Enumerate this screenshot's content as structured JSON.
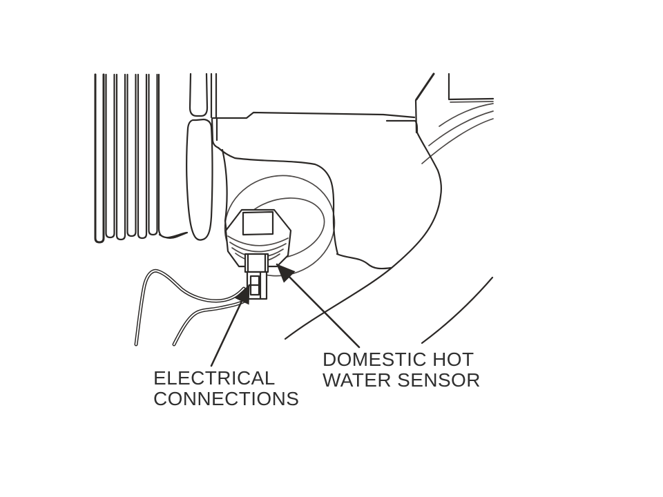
{
  "figure": {
    "type": "technical-line-diagram",
    "parts": {
      "heat_exchanger_fins": "finned coil at left",
      "valve_body": "hydraulic valve body",
      "pipe_elbow": "pipe bend at upper right",
      "sensor_boss": "cylindrical sensor boss",
      "hex_nut": "sensor hex nut",
      "sensor_connector": "plug-in electrical connector",
      "wires": "two sensor lead wires"
    }
  },
  "labels": {
    "electrical": {
      "line1": "ELECTRICAL",
      "line2": "CONNECTIONS"
    },
    "sensor": {
      "line1": "DOMESTIC HOT",
      "line2": "WATER SENSOR"
    }
  },
  "icons": {
    "electrical_arrow": "filled-triangle-arrowhead",
    "sensor_arrow": "filled-triangle-arrowhead"
  },
  "colors": {
    "line": "#2b2826",
    "text": "#2f2f2f",
    "background": "#ffffff"
  }
}
